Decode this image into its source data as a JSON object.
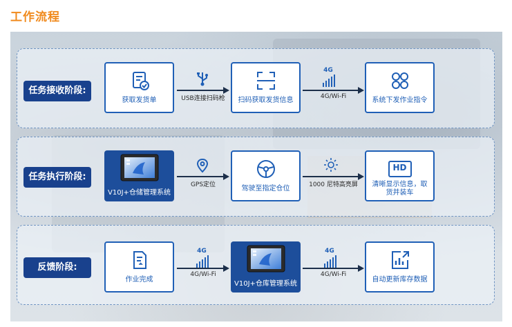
{
  "title": "工作流程",
  "stages": [
    {
      "label": "任务接收阶段:",
      "nodes": [
        "获取发货单",
        "扫码获取发货信息",
        "系统下发作业指令"
      ],
      "connectors": [
        "USB连接扫码枪",
        "4G/Wi-Fi"
      ]
    },
    {
      "label": "任务执行阶段:",
      "nodes": [
        "V10J+仓储管理系统",
        "驾驶至指定仓位",
        "清晰显示信息，取\n货并装车"
      ],
      "connectors": [
        "GPS定位",
        "1000 尼特高亮屏"
      ]
    },
    {
      "label": "反馈阶段:",
      "nodes": [
        "作业完成",
        "V10J+仓库管理系统",
        "自动更新库存数据"
      ],
      "connectors": [
        "4G/Wi-Fi",
        "4G/Wi-Fi"
      ]
    }
  ],
  "signal_text": "4G",
  "hd_text": "HD",
  "colors": {
    "accent": "#f08a1d",
    "stage_bg": "#19418d",
    "node_border": "#1f5fb6",
    "device_bg": "#1d4e9b",
    "dashed_border": "#6f94c2"
  },
  "icons": {
    "receive_order": "document-check-icon",
    "usb": "usb-icon",
    "scan": "scan-frame-icon",
    "signal": "signal-bars-icon",
    "command": "grid-command-icon",
    "tablet": "tablet-device-icon",
    "gps": "location-pin-icon",
    "steering": "steering-wheel-icon",
    "brightness": "sun-icon",
    "hd": "hd-display-icon",
    "complete": "document-done-icon",
    "inventory": "chart-update-icon"
  }
}
